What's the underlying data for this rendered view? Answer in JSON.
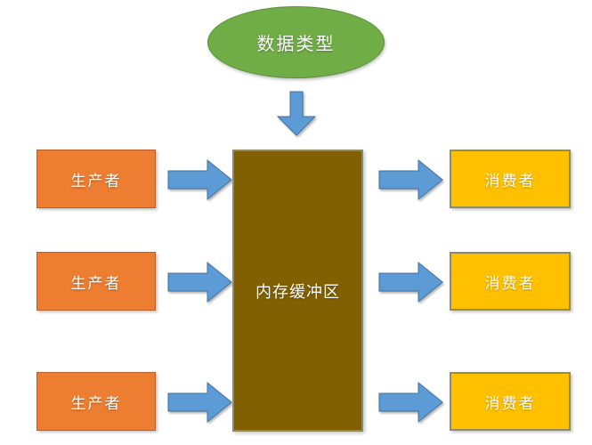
{
  "diagram": {
    "title_node": {
      "label": "数据类型",
      "shape": "ellipse",
      "fill": "#70ad47",
      "text_color": "#ffffff"
    },
    "buffer_node": {
      "label": "内存缓冲区",
      "shape": "rectangle",
      "fill": "#806000",
      "border": "#8e8b62",
      "text_color": "#ffffff"
    },
    "producers": [
      {
        "label": "生产者"
      },
      {
        "label": "生产者"
      },
      {
        "label": "生产者"
      }
    ],
    "consumers": [
      {
        "label": "消费者"
      },
      {
        "label": "消费者"
      },
      {
        "label": "消费者"
      }
    ],
    "producer_style": {
      "fill": "#ed7d31",
      "border": "#b5602a",
      "text_color": "#ffffff"
    },
    "consumer_style": {
      "fill": "#ffc000",
      "border": "#8e8b62",
      "text_color": "#ffffff"
    },
    "arrows": {
      "fill": "#5b9bd5",
      "stroke": "#41719c",
      "down_count": 1,
      "producer_to_buffer_count": 3,
      "buffer_to_consumer_count": 3
    }
  }
}
